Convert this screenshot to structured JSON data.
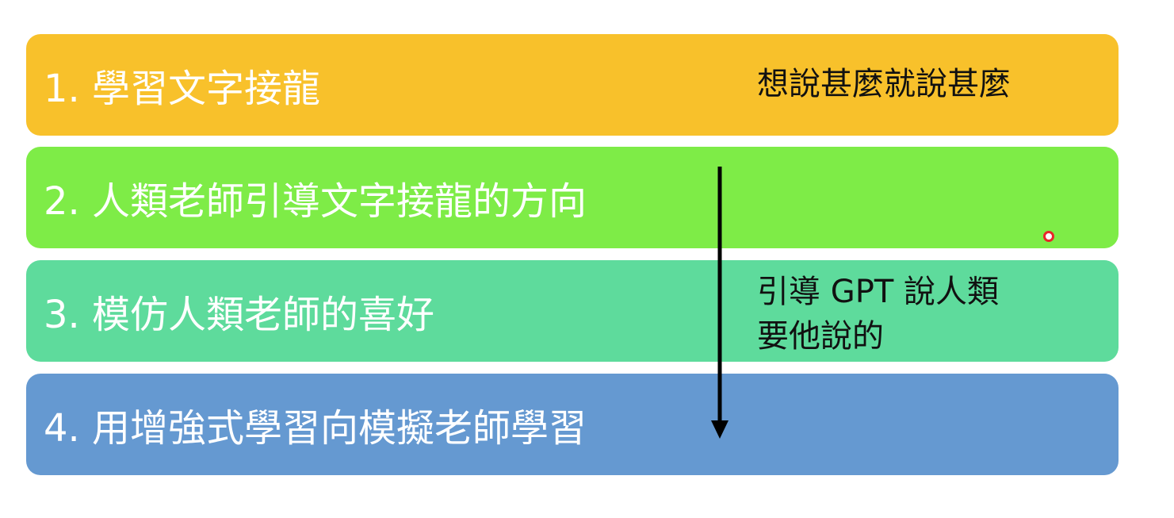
{
  "steps": [
    {
      "label": "1. 學習文字接龍",
      "color": "#F8C12B"
    },
    {
      "label": "2. 人類老師引導文字接龍的方向",
      "color": "#7EEC47"
    },
    {
      "label": "3. 模仿人類老師的喜好",
      "color": "#5EDB9C"
    },
    {
      "label": "4. 用增強式學習向模擬老師學習",
      "color": "#6599D1"
    }
  ],
  "notes": {
    "top": "想說甚麼就說甚麼",
    "guide_line1": "引導 GPT 說人類",
    "guide_line2": "要他說的"
  },
  "colors": {
    "arrow": "#000000",
    "cursor": "#E8262A"
  }
}
